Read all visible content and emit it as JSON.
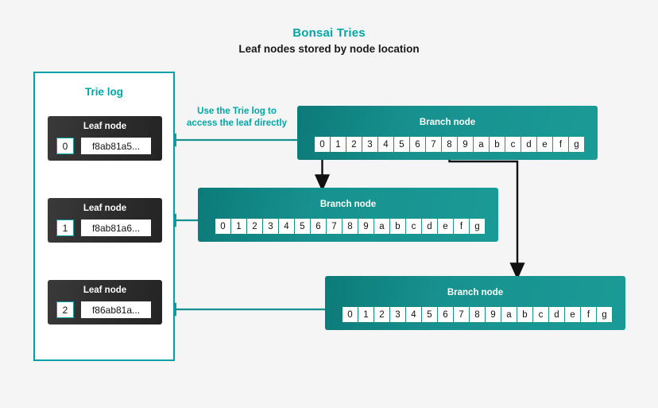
{
  "header": {
    "title": "Bonsai Tries",
    "subtitle": "Leaf nodes stored by node location",
    "title_color": "#00a6a6"
  },
  "colors": {
    "background": "#f5f5f5",
    "teal_accent": "#00a0a8",
    "teal_title": "#00a6a6",
    "branch_teal": "#17918f",
    "branch_teal_dark": "#0c7a79",
    "leaf_dark": "#2e2e2e",
    "connector_black": "#111111",
    "connector_teal": "#17918f",
    "cell_white": "#ffffff"
  },
  "trie_log": {
    "title": "Trie log",
    "leaf_nodes": [
      {
        "label": "Leaf node",
        "index": "0",
        "value": "f8ab81a5..."
      },
      {
        "label": "Leaf node",
        "index": "1",
        "value": "f8ab81a6..."
      },
      {
        "label": "Leaf node",
        "index": "2",
        "value": "f86ab81a..."
      }
    ]
  },
  "annotation": {
    "line1": "Use the Trie log to",
    "line2": "access the leaf directly"
  },
  "branch_nodes": [
    {
      "label": "Branch node",
      "cells": [
        "0",
        "1",
        "2",
        "3",
        "4",
        "5",
        "6",
        "7",
        "8",
        "9",
        "a",
        "b",
        "c",
        "d",
        "e",
        "f",
        "g"
      ]
    },
    {
      "label": "Branch node",
      "cells": [
        "0",
        "1",
        "2",
        "3",
        "4",
        "5",
        "6",
        "7",
        "8",
        "9",
        "a",
        "b",
        "c",
        "d",
        "e",
        "f",
        "g"
      ]
    },
    {
      "label": "Branch node",
      "cells": [
        "0",
        "1",
        "2",
        "3",
        "4",
        "5",
        "6",
        "7",
        "8",
        "9",
        "a",
        "b",
        "c",
        "d",
        "e",
        "f",
        "g"
      ]
    }
  ],
  "connectors": [
    {
      "from": "branch-1-cell-0",
      "to": "branch-2-top",
      "style": "black-straight-down"
    },
    {
      "from": "branch-1-cell-8",
      "to": "branch-3-top",
      "style": "black-elbow"
    },
    {
      "from": "branch-1-left",
      "to": "leaf-node-0",
      "style": "teal-arrow-left"
    },
    {
      "from": "branch-2-left",
      "to": "leaf-node-1",
      "style": "teal-arrow-left"
    },
    {
      "from": "branch-3-left",
      "to": "leaf-node-2",
      "style": "teal-arrow-left"
    }
  ]
}
